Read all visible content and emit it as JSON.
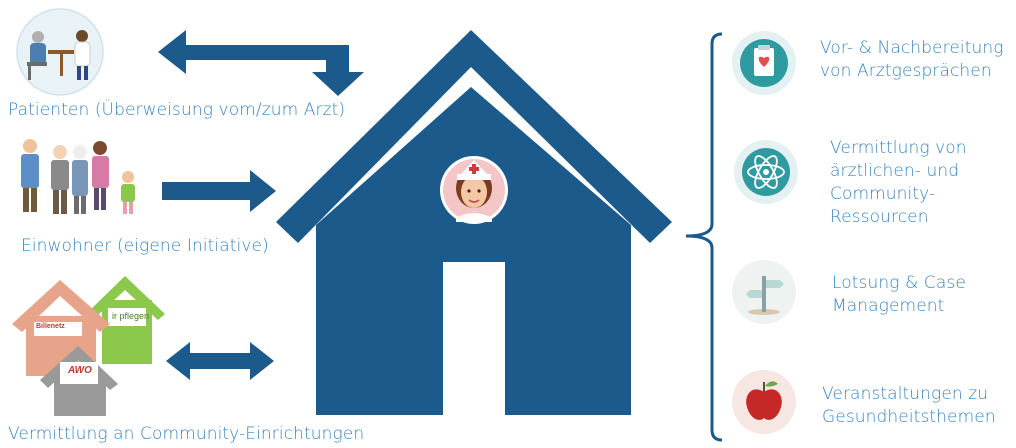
{
  "left": {
    "patients_label": "Patienten (Überweisung vom/zum Arzt)",
    "residents_label": "Einwohner (eigene Initiative)",
    "community_label": "Vermittlung an Community-Einrichtungen",
    "org_logos": [
      "Billenetz",
      "ir pflegen",
      "AWO"
    ]
  },
  "services": [
    {
      "line1": "Vor- & Nachbereitung",
      "line2": "von Arztgesprächen",
      "line3": "",
      "line4": "",
      "icon": "clipboard-heart-icon"
    },
    {
      "line1": "Vermittlung von",
      "line2": "ärztlichen- und",
      "line3": "Community-",
      "line4": "Ressourcen",
      "icon": "atom-icon"
    },
    {
      "line1": "Lotsung & Case",
      "line2": "Management",
      "line3": "",
      "line4": "",
      "icon": "signpost-icon"
    },
    {
      "line1": "Veranstaltungen zu",
      "line2": "Gesundheitsthemen",
      "line3": "",
      "line4": "",
      "icon": "apple-icon"
    }
  ],
  "colors": {
    "house_blue": "#1c5a8c",
    "text_blue": "#3a86c0",
    "teal": "#2f9aa0",
    "house_orange": "#e8a48a",
    "house_green": "#8cc84b",
    "house_gray": "#9a9a9a"
  }
}
